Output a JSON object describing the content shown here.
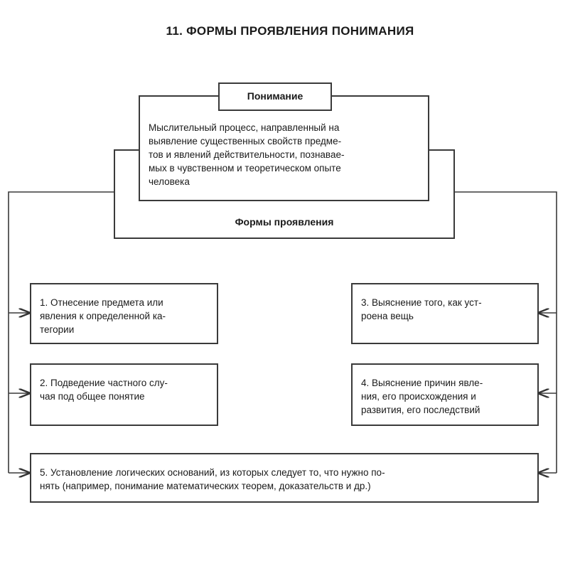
{
  "title": "11. ФОРМЫ ПРОЯВЛЕНИЯ ПОНИМАНИЯ",
  "concept": {
    "label": "Понимание",
    "definition_lines": [
      "Мыслительный процесс, направленный на",
      "выявление существенных свойств предме-",
      "тов и явлений действительности, познавае-",
      "мых в чувственном и теоретическом опыте",
      "человека"
    ]
  },
  "forms_label": "Формы проявления",
  "forms": [
    {
      "lines": [
        "1. Отнесение предмета или",
        "явления к определенной ка-",
        "тегории"
      ]
    },
    {
      "lines": [
        "2. Подведение частного слу-",
        "чая под общее понятие"
      ]
    },
    {
      "lines": [
        "3. Выяснение того, как уст-",
        "роена вещь"
      ]
    },
    {
      "lines": [
        "4. Выяснение причин явле-",
        "ния, его происхождения и",
        "развития, его последствий"
      ]
    },
    {
      "lines": [
        "5. Установление логических оснований, из которых следует то, что нужно по-",
        "нять (например, понимание математических теорем, доказательств и др.)"
      ]
    }
  ]
}
